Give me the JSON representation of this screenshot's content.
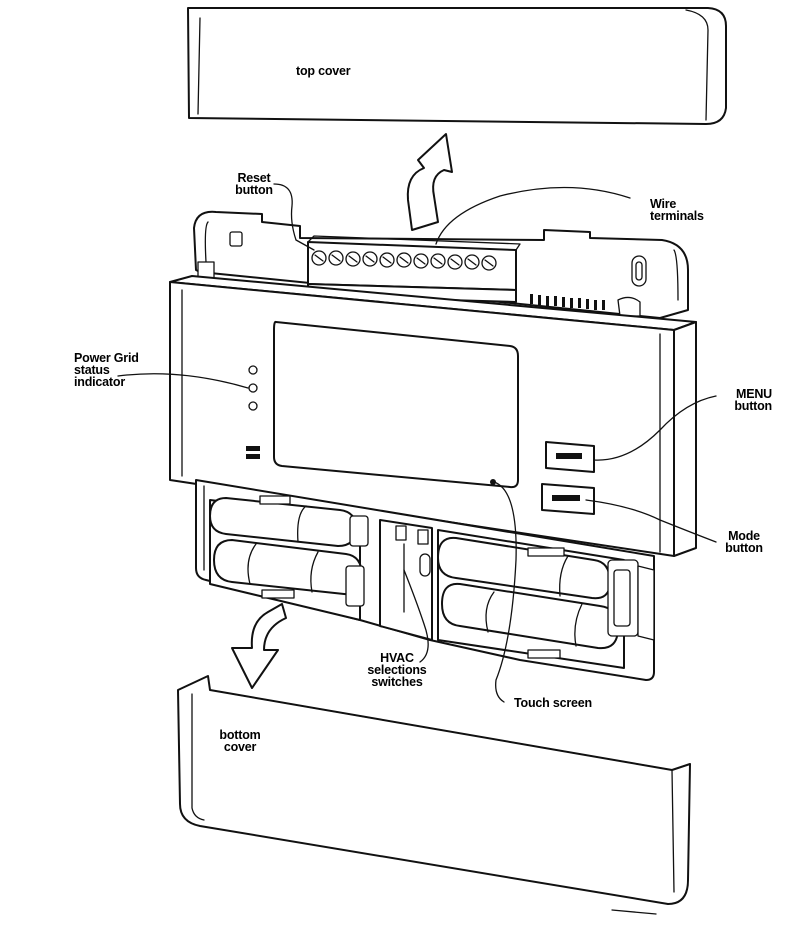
{
  "labels": {
    "top_cover": "top cover",
    "reset_button": "Reset\nbutton",
    "wire_terminals": "Wire\nterminals",
    "power_grid_status_indicator": "Power Grid\nstatus\nindicator",
    "menu_button": "MENU\nbutton",
    "mode_button": "Mode\nbutton",
    "hvac_selections_switches": "HVAC\nselections\nswitches",
    "touch_screen": "Touch screen",
    "bottom_cover": "bottom\ncover"
  },
  "colors": {
    "line": "#111111",
    "background": "#ffffff"
  }
}
